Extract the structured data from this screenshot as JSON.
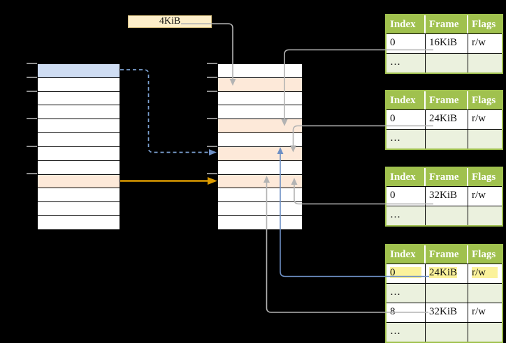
{
  "page_size_label": "4KiB",
  "colors": {
    "accent_green": "#a0c14e",
    "light_green": "#ebf1de",
    "light_orange": "#fde9d9",
    "light_blue": "#cfddf3",
    "cream": "#fdeec9",
    "highlight_yellow": "#fbf29b",
    "arrow_gray": "#b3b3b3",
    "arrow_orange": "#dc9b00",
    "arrow_blue": "#6d8fc4",
    "dashed_blue": "#7ba0d0"
  },
  "memory": {
    "left": {
      "rows": 12,
      "blue_rows": [
        0
      ],
      "orange_rows": [
        8
      ],
      "tick_rows": [
        0,
        1,
        2,
        4,
        6,
        8
      ]
    },
    "middle": {
      "rows": 12,
      "blue_rows": [],
      "orange_rows": [
        1,
        4,
        6,
        8
      ],
      "tick_rows": [
        0,
        1,
        2,
        4,
        6,
        8
      ]
    }
  },
  "tables": [
    {
      "headers": [
        "Index",
        "Frame",
        "Flags"
      ],
      "rows": [
        {
          "type": "data",
          "cells": [
            "0",
            "16KiB",
            "r/w"
          ]
        },
        {
          "type": "dots",
          "cells": [
            "…",
            "",
            ""
          ]
        }
      ]
    },
    {
      "headers": [
        "Index",
        "Frame",
        "Flags"
      ],
      "rows": [
        {
          "type": "data",
          "cells": [
            "0",
            "24KiB",
            "r/w"
          ]
        },
        {
          "type": "dots",
          "cells": [
            "…",
            "",
            ""
          ]
        }
      ]
    },
    {
      "headers": [
        "Index",
        "Frame",
        "Flags"
      ],
      "rows": [
        {
          "type": "data",
          "cells": [
            "0",
            "32KiB",
            "r/w"
          ]
        },
        {
          "type": "dots",
          "cells": [
            "…",
            "",
            ""
          ]
        }
      ]
    },
    {
      "headers": [
        "Index",
        "Frame",
        "Flags"
      ],
      "rows": [
        {
          "type": "data",
          "cells": [
            "0",
            "24KiB",
            "r/w"
          ],
          "highlighted": true
        },
        {
          "type": "dots",
          "cells": [
            "…",
            "",
            ""
          ]
        },
        {
          "type": "data",
          "cells": [
            "8",
            "32KiB",
            "r/w"
          ]
        },
        {
          "type": "dots",
          "cells": [
            "…",
            "",
            ""
          ]
        }
      ]
    }
  ]
}
